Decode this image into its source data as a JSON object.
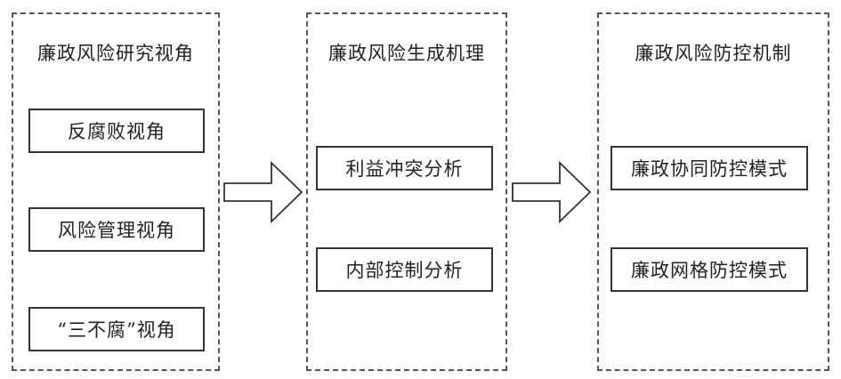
{
  "columns": [
    {
      "title": "廉政风险研究视角",
      "items": [
        "反腐败视角",
        "风险管理视角",
        "“三不腐”视角"
      ]
    },
    {
      "title": "廉政风险生成机理",
      "items": [
        "利益冲突分析",
        "内部控制分析"
      ]
    },
    {
      "title": "廉政风险防控机制",
      "items": [
        "廉政协同防控模式",
        "廉政网格防控模式"
      ]
    }
  ],
  "colors": {
    "border": "#555555",
    "box_border": "#333333",
    "text": "#222222"
  }
}
